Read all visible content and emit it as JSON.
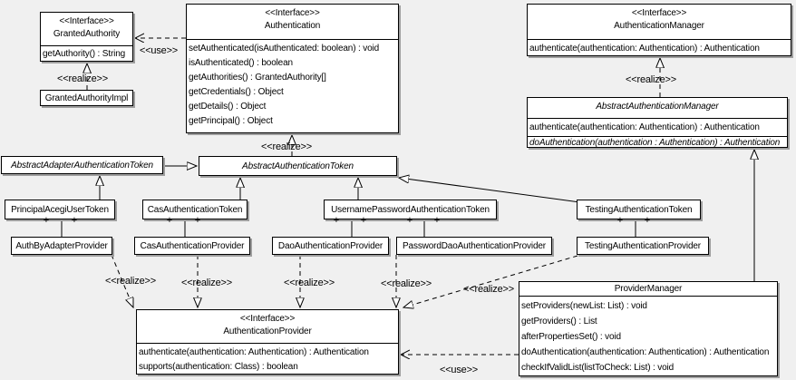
{
  "labels": {
    "realize": "<<realize>>",
    "use": "<<use>>",
    "plus": "+"
  },
  "colors": {
    "background": "#f0f0f0",
    "box_fill": "#ffffff",
    "box_border": "#000000",
    "box_shadow": "#9e9e9e",
    "line": "#000000"
  },
  "boxes": {
    "granted_authority": {
      "stereotype": "<<Interface>>",
      "name": "GrantedAuthority",
      "methods": [
        "getAuthority() : String"
      ]
    },
    "granted_authority_impl": {
      "name": "GrantedAuthorityImpl"
    },
    "authentication": {
      "stereotype": "<<Interface>>",
      "name": "Authentication",
      "methods": [
        "setAuthenticated(isAuthenticated: boolean) : void",
        "isAuthenticated() : boolean",
        "getAuthorities() : GrantedAuthority[]",
        "getCredentials() : Object",
        "getDetails() : Object",
        "getPrincipal() : Object"
      ]
    },
    "authentication_manager": {
      "stereotype": "<<Interface>>",
      "name": "AuthenticationManager",
      "methods": [
        "authenticate(authentication: Authentication) : Authentication"
      ]
    },
    "abstract_authentication_manager": {
      "name": "AbstractAuthenticationManager",
      "methods": [
        "authenticate(authentication: Authentication) : Authentication",
        "doAuthentication(authentication : Authentication) : Authentication"
      ]
    },
    "abstract_adapter_authentication_token": {
      "name": "AbstractAdapterAuthenticationToken"
    },
    "abstract_authentication_token": {
      "name": "AbstractAuthenticationToken"
    },
    "principal_acegi_user_token": {
      "name": "PrincipalAcegiUserToken"
    },
    "cas_authentication_token": {
      "name": "CasAuthenticationToken"
    },
    "username_password_authentication_token": {
      "name": "UsernamePasswordAuthenticationToken"
    },
    "testing_authentication_token": {
      "name": "TestingAuthenticationToken"
    },
    "auth_by_adapter_provider": {
      "name": "AuthByAdapterProvider"
    },
    "cas_authentication_provider": {
      "name": "CasAuthenticationProvider"
    },
    "dao_authentication_provider": {
      "name": "DaoAuthenticationProvider"
    },
    "password_dao_authentication_provider": {
      "name": "PasswordDaoAuthenticationProvider"
    },
    "testing_authentication_provider": {
      "name": "TestingAuthenticationProvider"
    },
    "provider_manager": {
      "name": "ProviderManager",
      "methods": [
        "setProviders(newList: List) : void",
        "getProviders() : List",
        "afterPropertiesSet() : void",
        "doAuthentication(authentication: Authentication) : Authentication",
        "checkIfValidList(listToCheck: List) : void"
      ]
    },
    "authentication_provider": {
      "stereotype": "<<Interface>>",
      "name": "AuthenticationProvider",
      "methods": [
        "authenticate(authentication: Authentication) : Authentication",
        "supports(authentication: Class) : boolean"
      ]
    }
  }
}
